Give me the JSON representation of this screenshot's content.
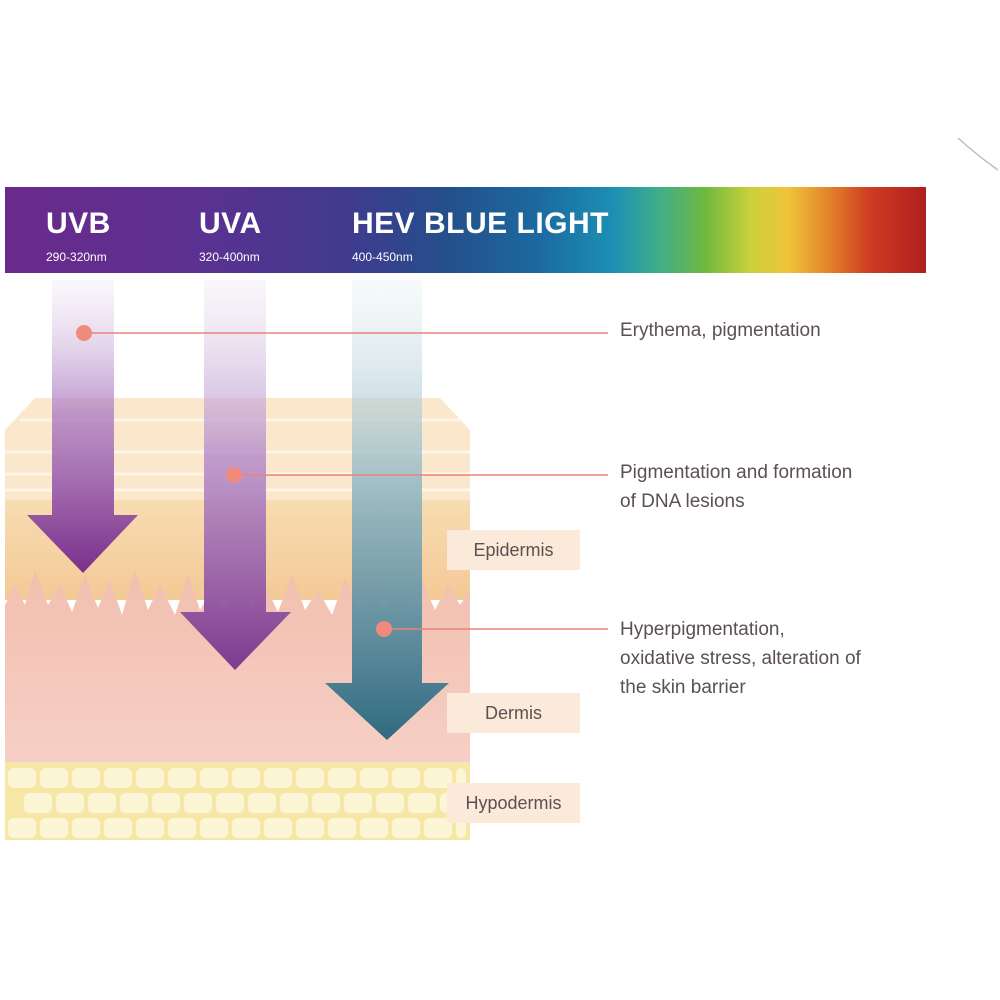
{
  "bands": [
    {
      "name": "UVB",
      "range": "290-320nm"
    },
    {
      "name": "UVA",
      "range": "320-400nm"
    },
    {
      "name": "HEV BLUE LIGHT",
      "range": "400-450nm"
    }
  ],
  "annotations": [
    {
      "text": "Erythema, pigmentation"
    },
    {
      "line1": "Pigmentation and formation",
      "line2": "of DNA lesions"
    },
    {
      "line1": "Hyperpigmentation,",
      "line2": "oxidative stress, alteration of",
      "line3": "the skin barrier"
    }
  ],
  "layers": {
    "epidermis": "Epidermis",
    "dermis": "Dermis",
    "hypodermis": "Hypodermis"
  },
  "colors": {
    "uvb": "#7a2f8c",
    "uva": "#7d3a8e",
    "hev": "#2f6a80",
    "leader_line": "#e8837a",
    "label_bg": "#fbe9d9"
  }
}
